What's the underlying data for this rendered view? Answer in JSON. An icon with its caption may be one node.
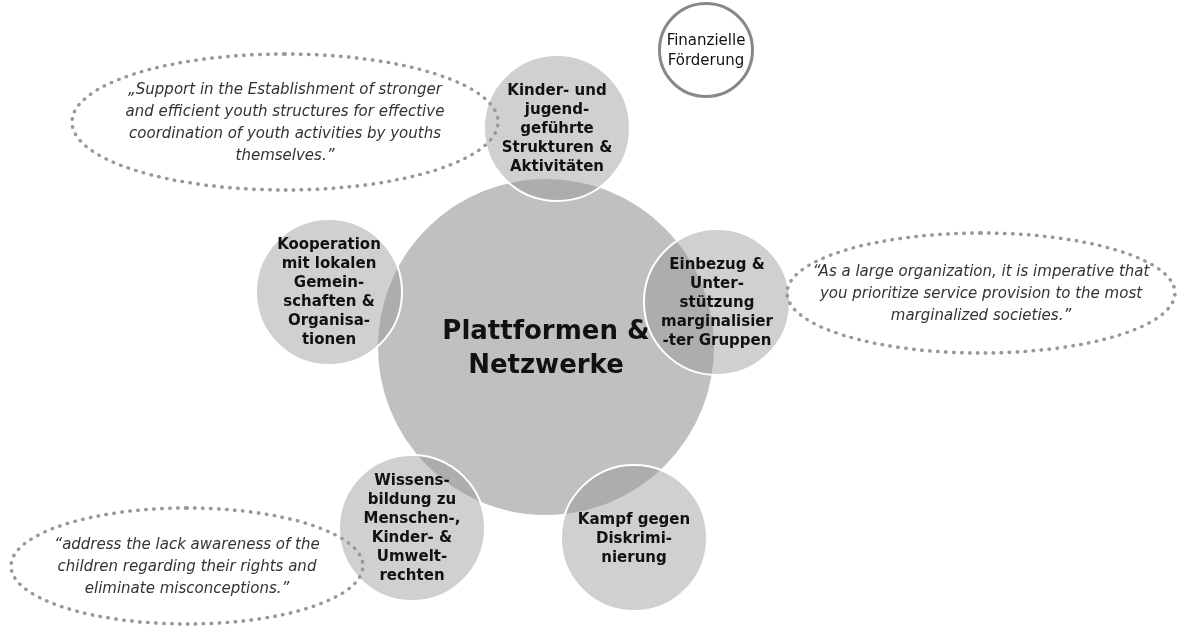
{
  "diagram": {
    "nodes": [
      {
        "text": [
          "Finanzielle Förderung"
        ]
      },
      {
        "text": [
          "„Support in the Establishment of stronger and efficient youth structures for effective coordination of youth activities by youths themselves.”"
        ]
      },
      {
        "text": [
          "Kinder- und jugend- geführte Strukturen & Aktivitäten"
        ]
      },
      {
        "text": [
          "Kooperation mit lokalen Gemein- schaften & Organisa- tionen"
        ]
      },
      {
        "text": [
          "Einbezug & Unter- stützung marginalisier -ter Gruppen"
        ]
      },
      {
        "text": [
          "“As a large organization, it is imperative that you prioritize service provision to the most marginalized societies.”"
        ]
      },
      {
        "text": [
          "Plattformen & Netzwerke"
        ]
      },
      {
        "text": [
          "Wissens- bildung zu Menschen-, Kinder- & Umwelt- rechten"
        ]
      },
      {
        "text": [
          "Kampf gegen Diskrimi- nierung"
        ]
      },
      {
        "text": [
          "“address the lack awareness of the children regarding their rights and eliminate misconceptions.”"
        ]
      }
    ]
  }
}
